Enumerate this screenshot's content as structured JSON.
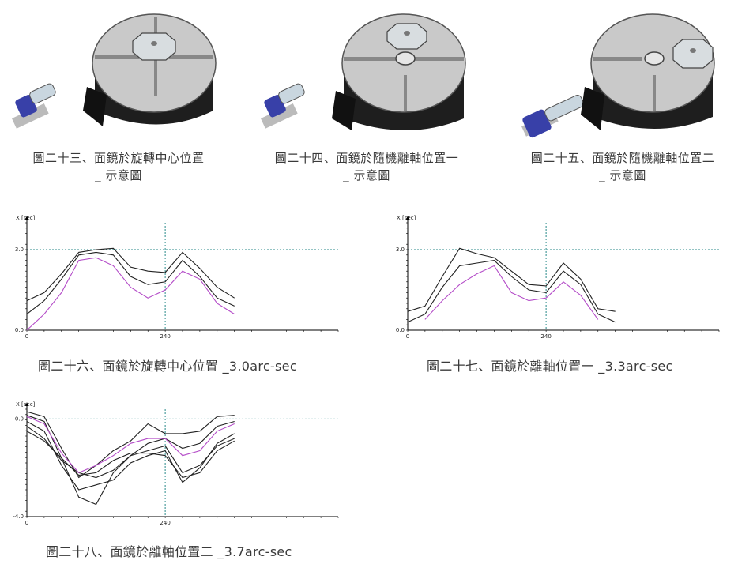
{
  "figures_top": [
    {
      "caption_line1": "圖二十三、面鏡於旋轉中心位置",
      "caption_line2": "_ 示意圖"
    },
    {
      "caption_line1": "圖二十四、面鏡於隨機離軸位置一",
      "caption_line2": "_ 示意圖"
    },
    {
      "caption_line1": "圖二十五、面鏡於隨機離軸位置二",
      "caption_line2": "_ 示意圖"
    }
  ],
  "chart_data": [
    {
      "type": "line",
      "ylabel": "X [sec]",
      "ylim": [
        0.0,
        4.0
      ],
      "yticks": [
        "3.0",
        "0.0"
      ],
      "ytick_values": [
        3.0,
        0.0
      ],
      "xlim": [
        0,
        540
      ],
      "xticks": [
        "0",
        "240"
      ],
      "xtick_values": [
        0,
        240
      ],
      "ref_hline": 3.0,
      "ref_vline": 240,
      "caption": "圖二十六、面鏡於旋轉中心位置 _3.0arc-sec",
      "series": [
        {
          "color": "#222222",
          "x": [
            0,
            30,
            60,
            90,
            120,
            150,
            180,
            210,
            240,
            270,
            300,
            330,
            360
          ],
          "y": [
            1.1,
            1.4,
            2.1,
            2.9,
            3.0,
            3.05,
            2.35,
            2.2,
            2.15,
            2.9,
            2.3,
            1.6,
            1.2
          ]
        },
        {
          "color": "#222222",
          "x": [
            0,
            30,
            60,
            90,
            120,
            150,
            180,
            210,
            240,
            270,
            300,
            330,
            360
          ],
          "y": [
            0.6,
            1.1,
            1.9,
            2.8,
            2.9,
            2.8,
            2.0,
            1.7,
            1.8,
            2.6,
            2.0,
            1.2,
            0.9
          ]
        },
        {
          "color": "#b44cc8",
          "x": [
            0,
            30,
            60,
            90,
            120,
            150,
            180,
            210,
            240,
            270,
            300,
            330,
            360
          ],
          "y": [
            0.0,
            0.6,
            1.4,
            2.6,
            2.7,
            2.4,
            1.6,
            1.2,
            1.5,
            2.2,
            1.9,
            1.0,
            0.6
          ]
        }
      ]
    },
    {
      "type": "line",
      "ylabel": "X [sec]",
      "ylim": [
        0.0,
        4.0
      ],
      "yticks": [
        "3.0",
        "0.0"
      ],
      "ytick_values": [
        3.0,
        0.0
      ],
      "xlim": [
        0,
        540
      ],
      "xticks": [
        "0",
        "240"
      ],
      "xtick_values": [
        0,
        240
      ],
      "ref_hline": 3.0,
      "ref_vline": 240,
      "caption": "圖二十七、面鏡於離軸位置一 _3.3arc-sec",
      "series": [
        {
          "color": "#222222",
          "x": [
            0,
            30,
            60,
            90,
            120,
            150,
            180,
            210,
            240,
            270,
            300,
            330,
            360
          ],
          "y": [
            0.7,
            0.9,
            2.0,
            3.05,
            2.85,
            2.7,
            2.2,
            1.7,
            1.65,
            2.5,
            1.9,
            0.8,
            0.7
          ]
        },
        {
          "color": "#222222",
          "x": [
            0,
            30,
            60,
            90,
            120,
            150,
            180,
            210,
            240,
            270,
            300,
            330,
            360
          ],
          "y": [
            0.3,
            0.6,
            1.6,
            2.4,
            2.5,
            2.6,
            2.0,
            1.5,
            1.4,
            2.2,
            1.7,
            0.6,
            0.3
          ]
        },
        {
          "color": "#b44cc8",
          "x": [
            30,
            60,
            90,
            120,
            150,
            180,
            210,
            240,
            270,
            300,
            330
          ],
          "y": [
            0.4,
            1.1,
            1.7,
            2.1,
            2.4,
            1.4,
            1.1,
            1.2,
            1.8,
            1.3,
            0.4
          ]
        }
      ]
    },
    {
      "type": "line",
      "ylabel": "X [sec]",
      "ylim": [
        -4.0,
        0.4
      ],
      "yticks": [
        "0.0",
        "-4.0"
      ],
      "ytick_values": [
        0.0,
        -4.0
      ],
      "xlim": [
        0,
        540
      ],
      "xticks": [
        "0",
        "240"
      ],
      "xtick_values": [
        0,
        240
      ],
      "ref_hline": 0.0,
      "ref_vline": 240,
      "caption": "圖二十八、面鏡於離軸位置二 _3.7arc-sec",
      "series": [
        {
          "color": "#222222",
          "x": [
            0,
            30,
            60,
            90,
            120,
            150,
            180,
            210,
            240,
            270,
            300,
            330,
            360
          ],
          "y": [
            0.3,
            0.1,
            -1.2,
            -2.4,
            -1.9,
            -1.3,
            -0.9,
            -0.2,
            -0.6,
            -0.6,
            -0.5,
            0.1,
            0.15
          ]
        },
        {
          "color": "#222222",
          "x": [
            0,
            30,
            60,
            90,
            120,
            150,
            180,
            210,
            240,
            270,
            300,
            330,
            360
          ],
          "y": [
            0.15,
            -0.1,
            -1.6,
            -3.2,
            -3.5,
            -2.2,
            -1.5,
            -1.0,
            -0.8,
            -1.2,
            -1.0,
            -0.3,
            -0.1
          ]
        },
        {
          "color": "#222222",
          "x": [
            0,
            30,
            60,
            90,
            120,
            150,
            180,
            210,
            240,
            270,
            300,
            330,
            360
          ],
          "y": [
            -0.1,
            -0.5,
            -1.9,
            -2.9,
            -2.7,
            -2.5,
            -1.8,
            -1.5,
            -1.3,
            -2.6,
            -2.0,
            -1.0,
            -0.6
          ]
        },
        {
          "color": "#222222",
          "x": [
            0,
            30,
            60,
            90,
            120,
            150,
            180,
            210,
            240,
            270,
            300,
            330,
            360
          ],
          "y": [
            -0.3,
            -0.8,
            -1.7,
            -2.2,
            -2.4,
            -2.1,
            -1.5,
            -1.3,
            -1.1,
            -2.2,
            -1.9,
            -1.1,
            -0.8
          ]
        },
        {
          "color": "#222222",
          "x": [
            0,
            30,
            60,
            90,
            120,
            150,
            180,
            210,
            240,
            270,
            300,
            330,
            360
          ],
          "y": [
            -0.5,
            -0.9,
            -1.6,
            -2.3,
            -2.2,
            -1.7,
            -1.4,
            -1.4,
            -1.5,
            -2.4,
            -2.2,
            -1.3,
            -0.9
          ]
        },
        {
          "color": "#b44cc8",
          "x": [
            0,
            30,
            60,
            90,
            120,
            150,
            180,
            210,
            240,
            270,
            300,
            330,
            360
          ],
          "y": [
            0.1,
            -0.2,
            -1.4,
            -2.2,
            -1.9,
            -1.5,
            -1.0,
            -0.8,
            -0.8,
            -1.5,
            -1.3,
            -0.5,
            -0.2
          ]
        }
      ]
    }
  ],
  "colors": {
    "ref_line": "#2a8a8a",
    "axis": "#000000",
    "purple_series": "#b44cc8",
    "table_top": "#c9c9c9",
    "table_body": "#1e1e1e",
    "probe_blue": "#3840a8"
  }
}
